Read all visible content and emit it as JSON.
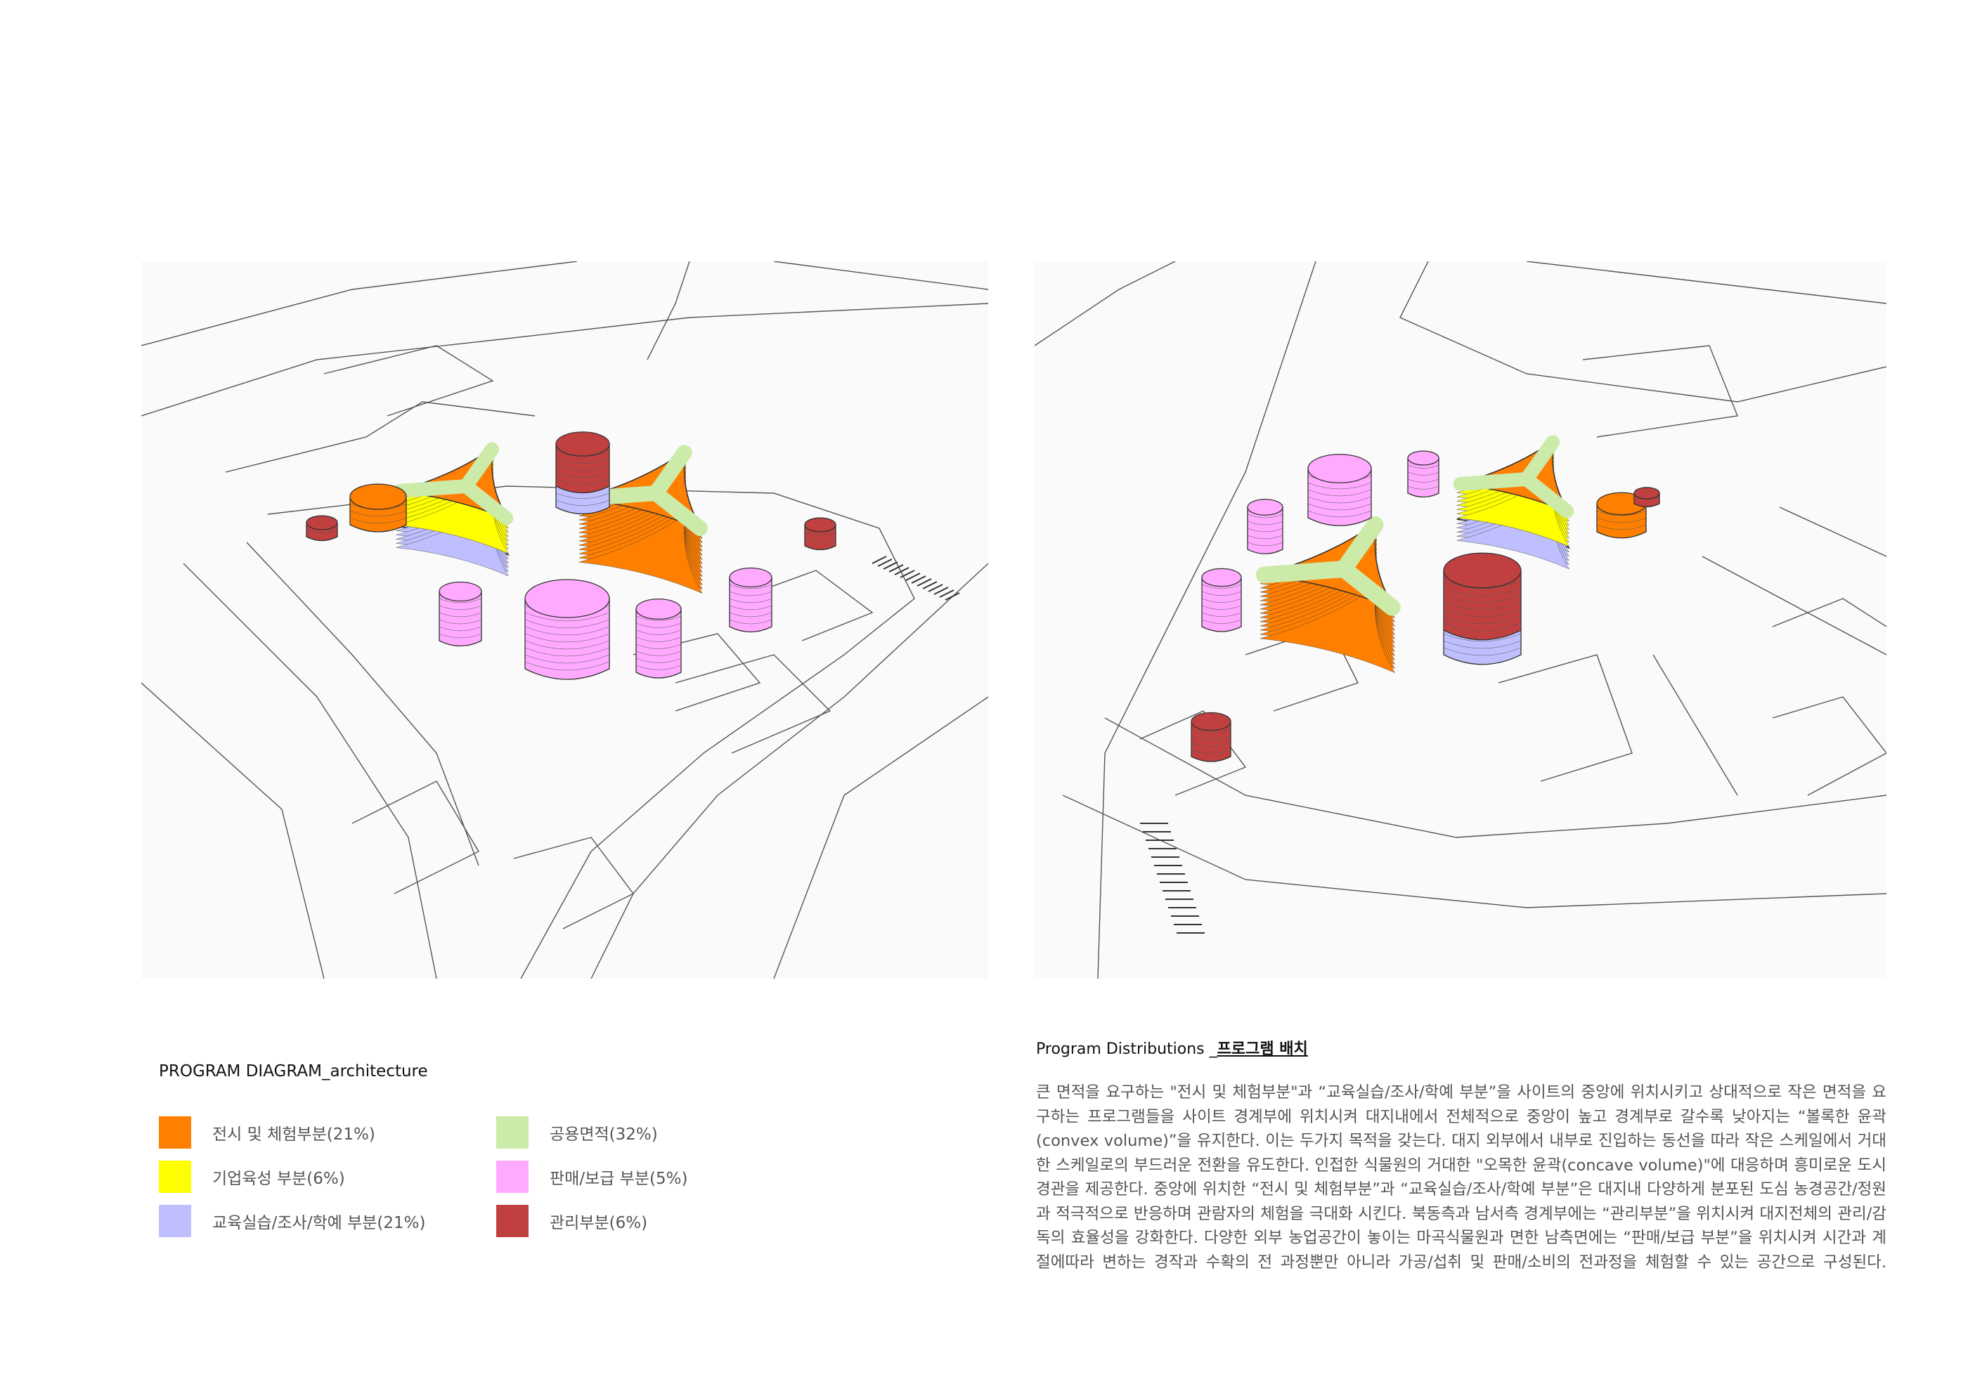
{
  "legend": {
    "title": "PROGRAM DIAGRAM_architecture",
    "items": [
      {
        "label": "전시 및 체험부분(21%)",
        "color": "#ff7f00"
      },
      {
        "label": "기업육성 부분(6%)",
        "color": "#ffff00"
      },
      {
        "label": "교육실습/조사/학예 부분(21%)",
        "color": "#bfbfff"
      },
      {
        "label": "공용면적(32%)",
        "color": "#cceaa8"
      },
      {
        "label": "판매/보급 부분(5%)",
        "color": "#ffaaff"
      },
      {
        "label": "관리부분(6%)",
        "color": "#c04040"
      }
    ]
  },
  "section": {
    "title_en": "Program Distributions _",
    "title_ko": "프로그램 배치",
    "paragraph": "큰 면적을 요구하는 \"전시 및 체험부분\"과 “교육실습/조사/학예 부분”을 사이트의 중앙에 위치시키고 상대적으로 작은 면적을 요구하는 프로그램들을 사이트 경계부에 위치시켜 대지내에서 전체적으로 중앙이 높고 경계부로 갈수록 낮아지는 “볼록한 윤곽(convex volume)”을 유지한다. 이는 두가지 목적을 갖는다. 대지 외부에서 내부로 진입하는 동선을 따라 작은 스케일에서 거대한 스케일로의 부드러운 전환을 유도한다. 인접한 식물원의 거대한 \"오목한 윤곽(concave volume)\"에 대응하며 흥미로운 도시경관을 제공한다. 중앙에 위치한 “전시 및 체험부분”과 “교육실습/조사/학예 부분”은 대지내 다양하게 분포된 도심 농경공간/정원과 적극적으로 반응하며 관람자의 체험을 극대화 시킨다. 북동측과 남서측 경계부에는 “관리부분”을 위치시켜 대지전체의 관리/감독의 효율성을 강화한다. 다양한 외부 농업공간이 놓이는 마곡식물원과 면한 남측면에는 “판매/보급 부분”을 위치시켜 시간과 계절에따라 변하는 경작과 수확의 전 과정뿐만 아니라 가공/섭취 및 판매/소비의 전과정을 체험할 수 있는 공간으로 구성된다."
  }
}
